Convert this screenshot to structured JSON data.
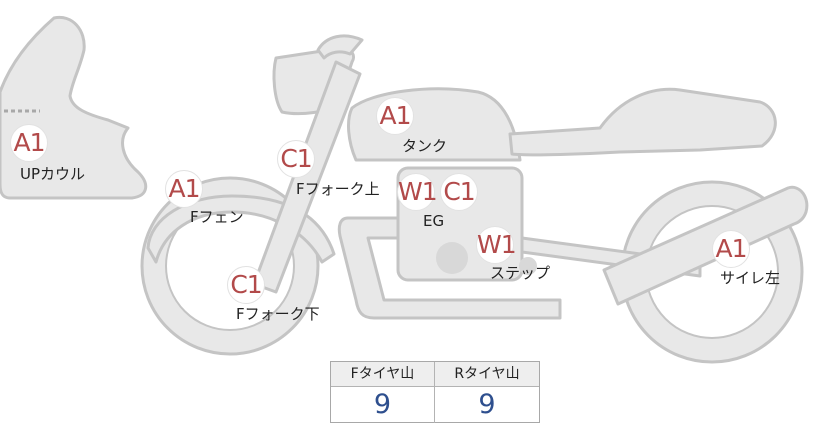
{
  "diagram": {
    "parts": [
      {
        "id": "up-cowl",
        "grade": "A1",
        "label": "UPカウル"
      },
      {
        "id": "tank",
        "grade": "A1",
        "label": "タンク"
      },
      {
        "id": "f-fork-upper",
        "grade": "C1",
        "label": "Fフォーク上"
      },
      {
        "id": "f-fender",
        "grade": "A1",
        "label": "Fフェン"
      },
      {
        "id": "engine",
        "grades": [
          "W1",
          "C1"
        ],
        "label": "EG"
      },
      {
        "id": "step",
        "grade": "W1",
        "label": "ステップ"
      },
      {
        "id": "f-fork-lower",
        "grade": "C1",
        "label": "Fフォーク下"
      },
      {
        "id": "silencer-left",
        "grade": "A1",
        "label": "サイレ左"
      }
    ],
    "colors": {
      "body_fill": "#e8e8e8",
      "body_stroke": "#c4c4c4",
      "grade_text": "#b24a4a",
      "table_value": "#2e4f8e",
      "table_header_bg": "#eeeeee"
    }
  },
  "tire_table": {
    "headers": [
      "Fタイヤ山",
      "Rタイヤ山"
    ],
    "values": [
      "9",
      "9"
    ]
  }
}
